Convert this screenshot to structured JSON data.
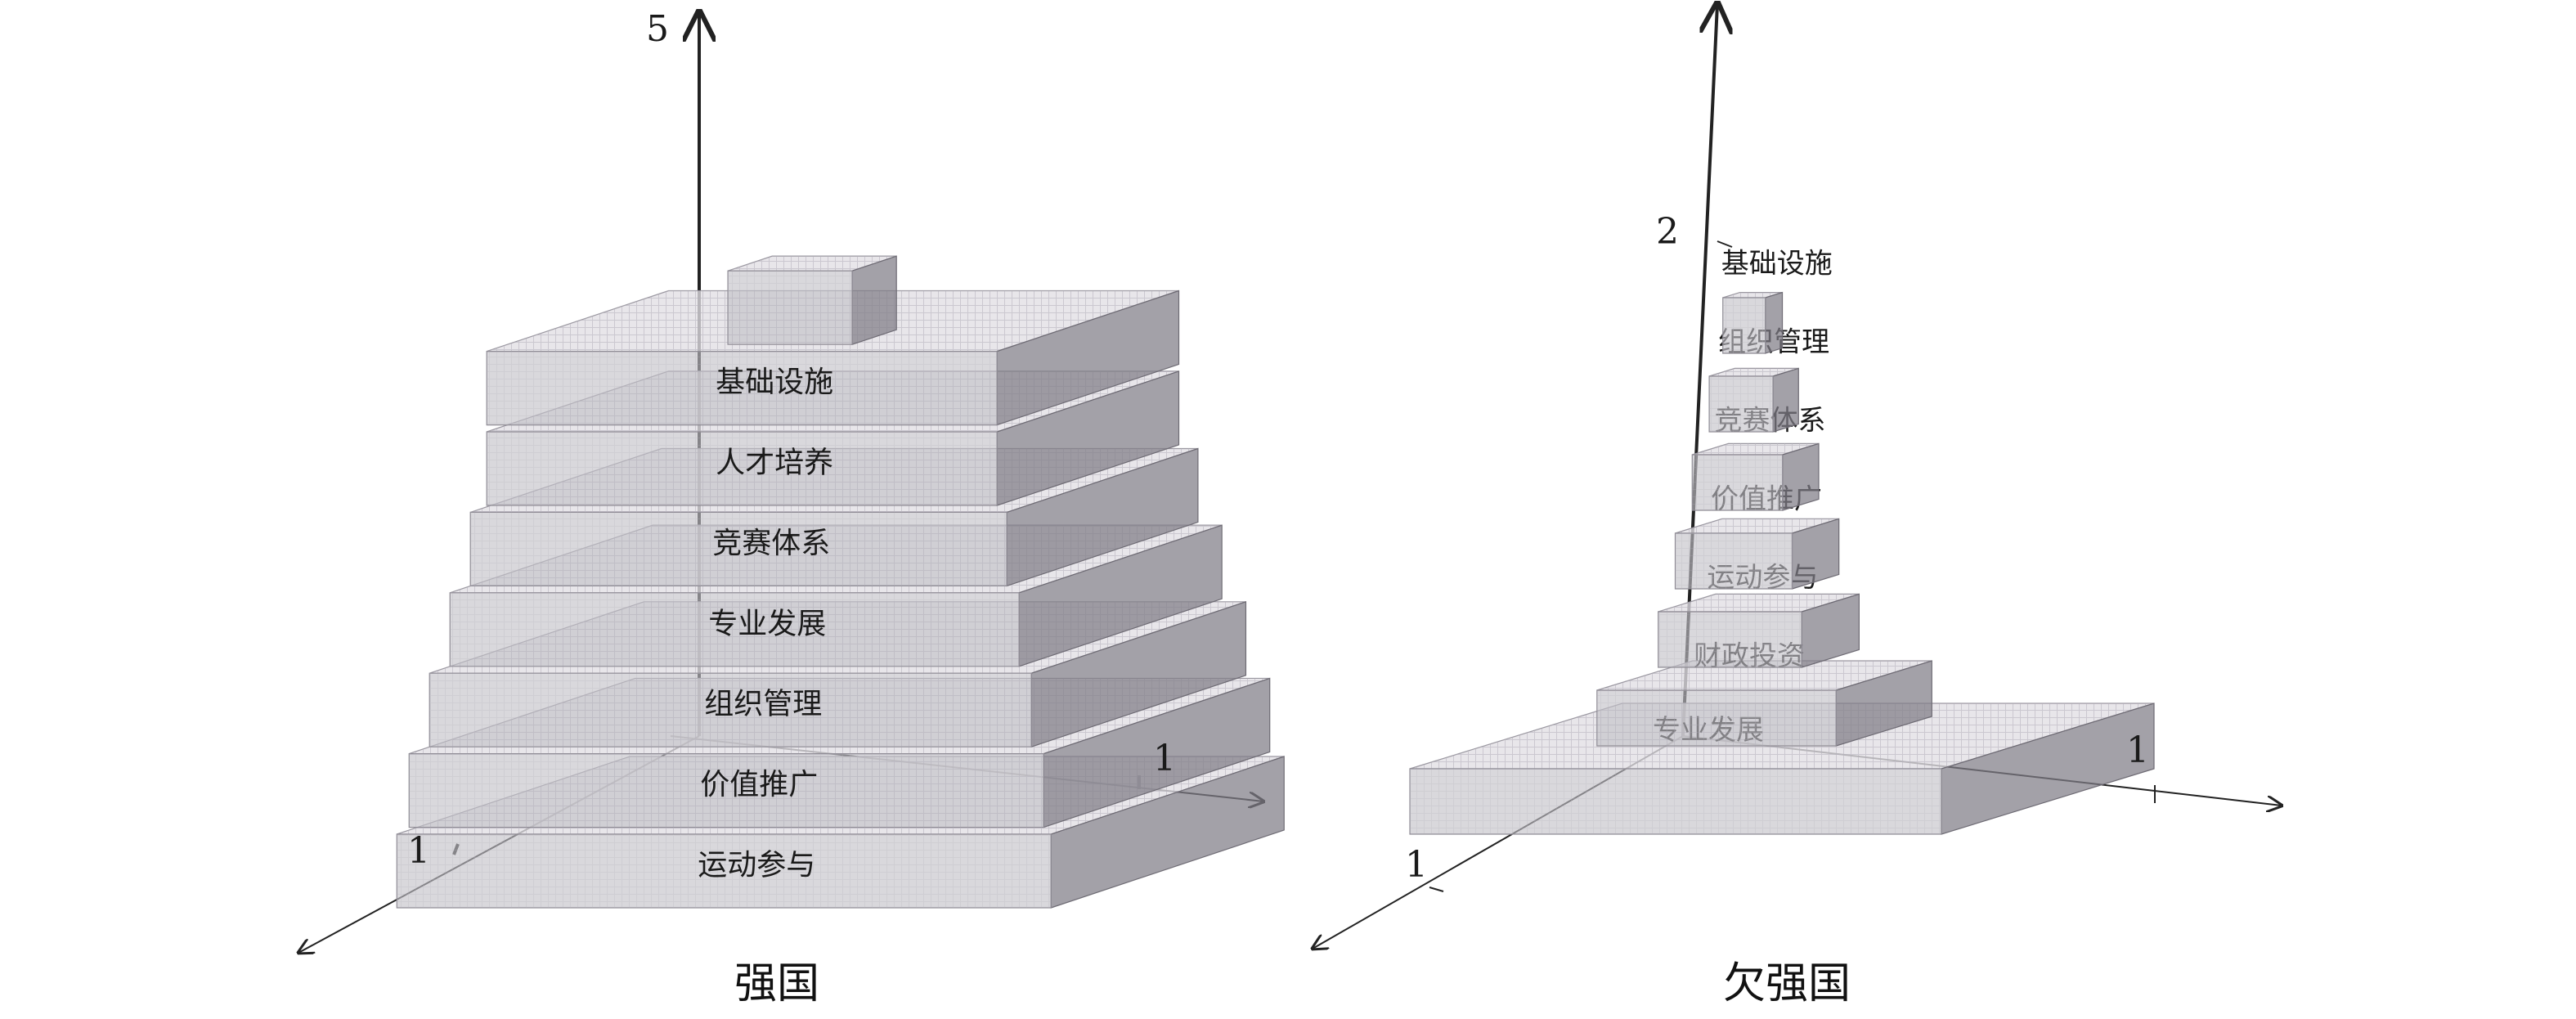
{
  "colors": {
    "top": "#e2dfe4",
    "front": "#c2c0c6",
    "side": "#807d87",
    "hatch": "#b8b5bf",
    "axis": "#222222",
    "label": "#1a1a1a"
  },
  "diagrams": [
    {
      "caption": "强国",
      "axis_labels": {
        "vertical": "5",
        "right": "1",
        "left": "1"
      },
      "layers": [
        {
          "label": "运动参与",
          "size": 1.0
        },
        {
          "label": "价值推广",
          "size": 0.97
        },
        {
          "label": "组织管理",
          "size": 0.92
        },
        {
          "label": "专业发展",
          "size": 0.87
        },
        {
          "label": "竞赛体系",
          "size": 0.82
        },
        {
          "label": "人才培养",
          "size": 0.78
        },
        {
          "label": "基础设施",
          "size": 0.78
        },
        {
          "label": "",
          "size": 0.19
        }
      ]
    },
    {
      "caption": "欠强国",
      "axis_labels": {
        "vertical": "2",
        "right": "1",
        "left": "1"
      },
      "layers": [
        {
          "label": "专业发展",
          "size": 1.0
        },
        {
          "label": "财政投资",
          "size": 0.45
        },
        {
          "label": "运动参与",
          "size": 0.27
        },
        {
          "label": "价值推广",
          "size": 0.22
        },
        {
          "label": "竞赛体系",
          "size": 0.17
        },
        {
          "label": "组织管理",
          "size": 0.12
        },
        {
          "label": "基础设施",
          "size": 0.08
        }
      ]
    }
  ]
}
